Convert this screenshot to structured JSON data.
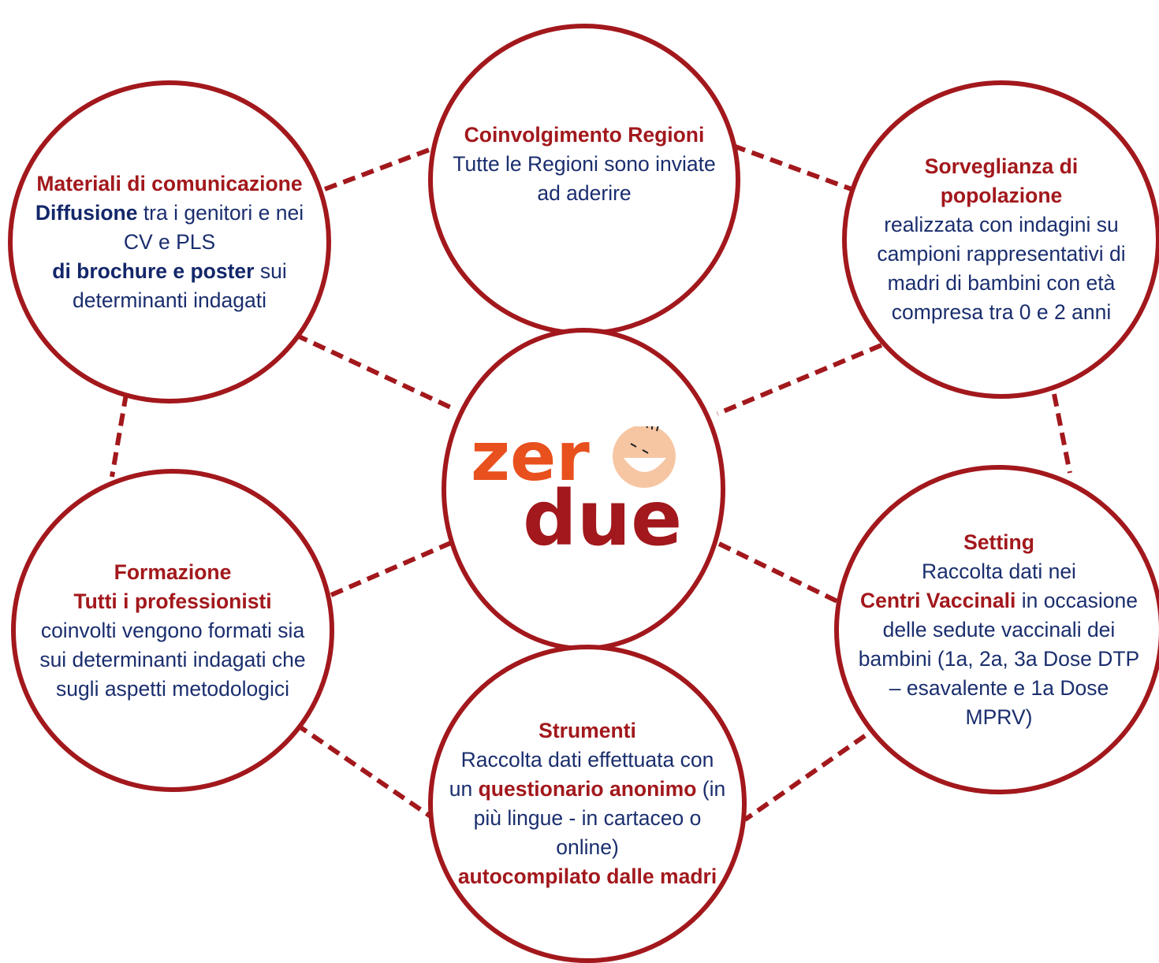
{
  "colors": {
    "accent_red": "#a2181c",
    "text_blue": "#1a2e6e",
    "logo_orange": "#e8501d",
    "logo_face": "#f6c6a3"
  },
  "nodes": {
    "coinvolgimento": {
      "title": "Coinvolgimento Regioni",
      "body": "Tutte le Regioni sono inviate ad aderire"
    },
    "materiali": {
      "title": "Materiali di comunicazione",
      "line1_bold": "Diffusione",
      "line1_rest": " tra i genitori e nei CV e PLS",
      "line2_bold": "di brochure e poster",
      "line2_rest": " sui determinanti indagati"
    },
    "sorveglianza": {
      "title": "Sorveglianza di popolazione",
      "body": "realizzata con indagini su campioni rappresentativi di madri di bambini con età compresa tra 0 e 2 anni"
    },
    "formazione": {
      "title": "Formazione",
      "subtitle": "Tutti i professionisti",
      "body": "coinvolti vengono  formati sia sui determinanti indagati che sugli aspetti metodologici"
    },
    "setting": {
      "title": "Setting",
      "body_pre": "Raccolta dati nei",
      "body_bold": "Centri Vaccinali",
      "body_post": " in occasione delle sedute vaccinali dei bambini (1a, 2a, 3a Dose DTP – esavalente e 1a Dose MPRV)"
    },
    "strumenti": {
      "title": "Strumenti",
      "body_pre": "Raccolta dati effettuata con un ",
      "body_bold": "questionario anonimo",
      "body_post": " (in più lingue - in cartaceo o online)",
      "footer": "autocompilato dalle madri"
    }
  },
  "logo": {
    "line1": "zer",
    "line2": "due"
  }
}
